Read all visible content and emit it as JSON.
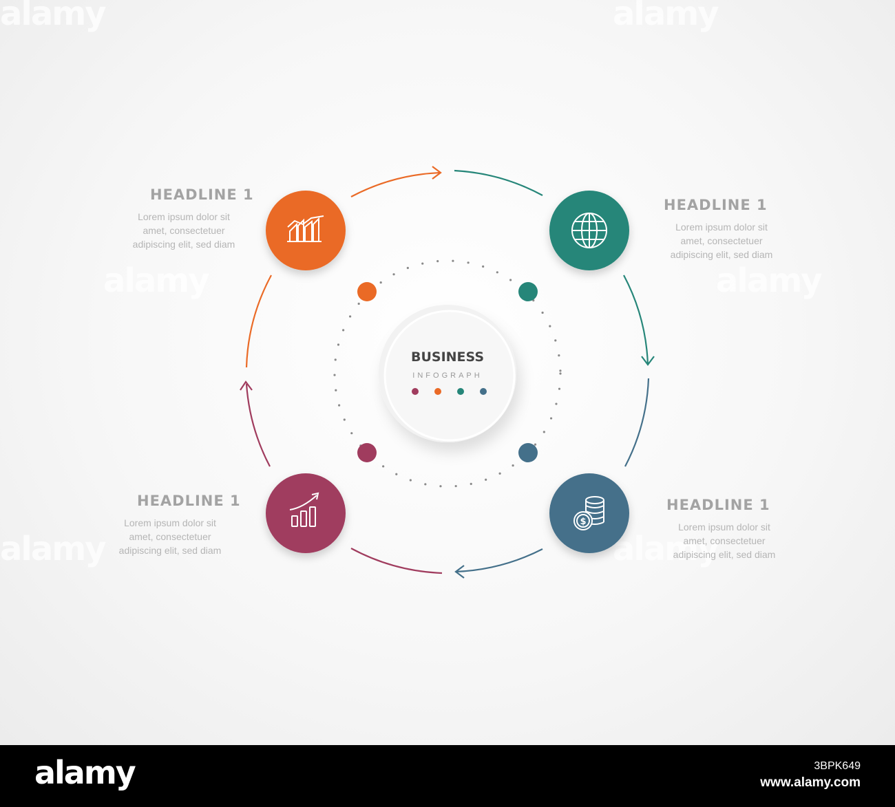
{
  "center": {
    "title": "BUSINESS",
    "subtitle": "INFOGRAPH"
  },
  "steps": [
    {
      "headline": "HEADLINE 1",
      "body": "Lorem ipsum dolor sit\namet, consectetuer\nadipiscing elit, sed diam",
      "color": "#ea6a26",
      "icon": "bar-chart-trend-icon"
    },
    {
      "headline": "HEADLINE 1",
      "body": "Lorem ipsum dolor sit\namet, consectetuer\nadipiscing elit, sed diam",
      "color": "#268679",
      "icon": "globe-icon"
    },
    {
      "headline": "HEADLINE 1",
      "body": "Lorem ipsum dolor sit\namet, consectetuer\nadipiscing elit, sed diam",
      "color": "#44708a",
      "icon": "coins-dollar-icon"
    },
    {
      "headline": "HEADLINE 1",
      "body": "Lorem ipsum dolor sit\namet, consectetuer\nadipiscing elit, sed diam",
      "color": "#a03c5e",
      "icon": "growth-chart-icon"
    }
  ],
  "dot_colors": [
    "#a03c5e",
    "#ea6a26",
    "#268679",
    "#44708a"
  ],
  "watermark": "alamy",
  "footer": {
    "logo": "alamy",
    "image_id": "3BPK649",
    "url": "www.alamy.com"
  }
}
